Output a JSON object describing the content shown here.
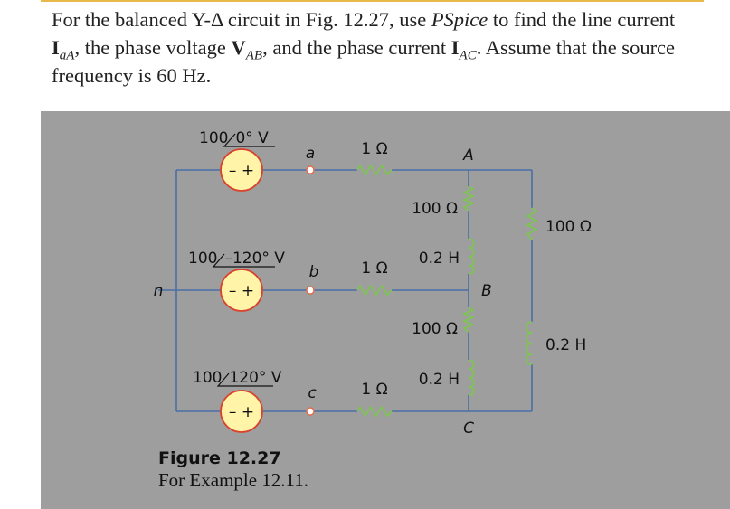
{
  "problem": {
    "p1": "For the balanced Y-Δ circuit in Fig. 12.27, use ",
    "pspice": "PSpice",
    "p2": " to find the line current ",
    "I": "I",
    "sub_aA": "aA",
    "p3": ", the phase voltage ",
    "V": "V",
    "sub_AB": "AB",
    "p4": ", and the phase current ",
    "I2": "I",
    "sub_AC": "AC",
    "p5": ". Assume that the source frequency is 60 Hz."
  },
  "circuit": {
    "sources": [
      {
        "mag": "100",
        "angle": "0° V"
      },
      {
        "mag": "100",
        "angle": "–120° V"
      },
      {
        "mag": "100",
        "angle": "120° V"
      }
    ],
    "source_sign": "– +",
    "neutral": "n",
    "line_nodes": [
      "a",
      "b",
      "c"
    ],
    "line_resistances": [
      "1 Ω",
      "1 Ω",
      "1 Ω"
    ],
    "load_nodes": [
      "A",
      "B",
      "C"
    ],
    "inner_resistors": [
      "100 Ω",
      "100 Ω"
    ],
    "inner_inductors": [
      "0.2 H",
      "0.2 H"
    ],
    "outer_resistor": "100 Ω",
    "outer_inductor": "0.2 H",
    "colors": {
      "wire": "#4a6fa5",
      "coil": "#7bc74d",
      "terminal": "#e36b4b",
      "source_fill": "#fff4a8",
      "source_ring": "#d9432d"
    }
  },
  "figure": {
    "title": "Figure 12.27",
    "caption": "For Example 12.11."
  }
}
